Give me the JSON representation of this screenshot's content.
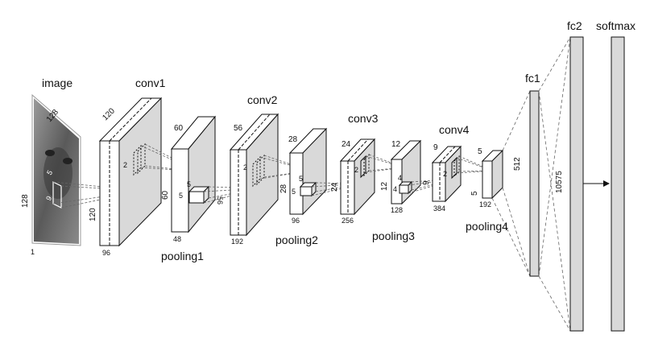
{
  "layers": {
    "image": {
      "title": "image",
      "h": "128",
      "w": "128",
      "d": "1",
      "k1": "5",
      "k2": "9"
    },
    "conv1": {
      "title": "conv1",
      "h": "120",
      "w": "120",
      "d": "96",
      "k": "2"
    },
    "pooling1": {
      "title": "pooling1",
      "h": "60",
      "w": "60",
      "d": "48",
      "k1": "5",
      "k2": "5",
      "x": "56"
    },
    "conv2": {
      "title": "conv2",
      "h": "56",
      "d": "192",
      "k": "2"
    },
    "pooling2": {
      "title": "pooling2",
      "h": "28",
      "w": "28",
      "d": "96",
      "k": "5"
    },
    "conv3": {
      "title": "conv3",
      "h": "24",
      "w": "24",
      "d": "256",
      "k": "2"
    },
    "pooling3": {
      "title": "pooling3",
      "h": "12",
      "w": "12",
      "d": "128",
      "k": "4"
    },
    "conv4": {
      "title": "conv4",
      "h": "9",
      "w": "9",
      "d": "384",
      "k": "2"
    },
    "pooling4": {
      "title": "pooling4",
      "h": "5",
      "w": "5",
      "d": "192"
    },
    "fc1": {
      "title": "fc1",
      "size": "512"
    },
    "fc2": {
      "title": "fc2",
      "size": "10575"
    },
    "softmax": {
      "title": "softmax"
    }
  }
}
